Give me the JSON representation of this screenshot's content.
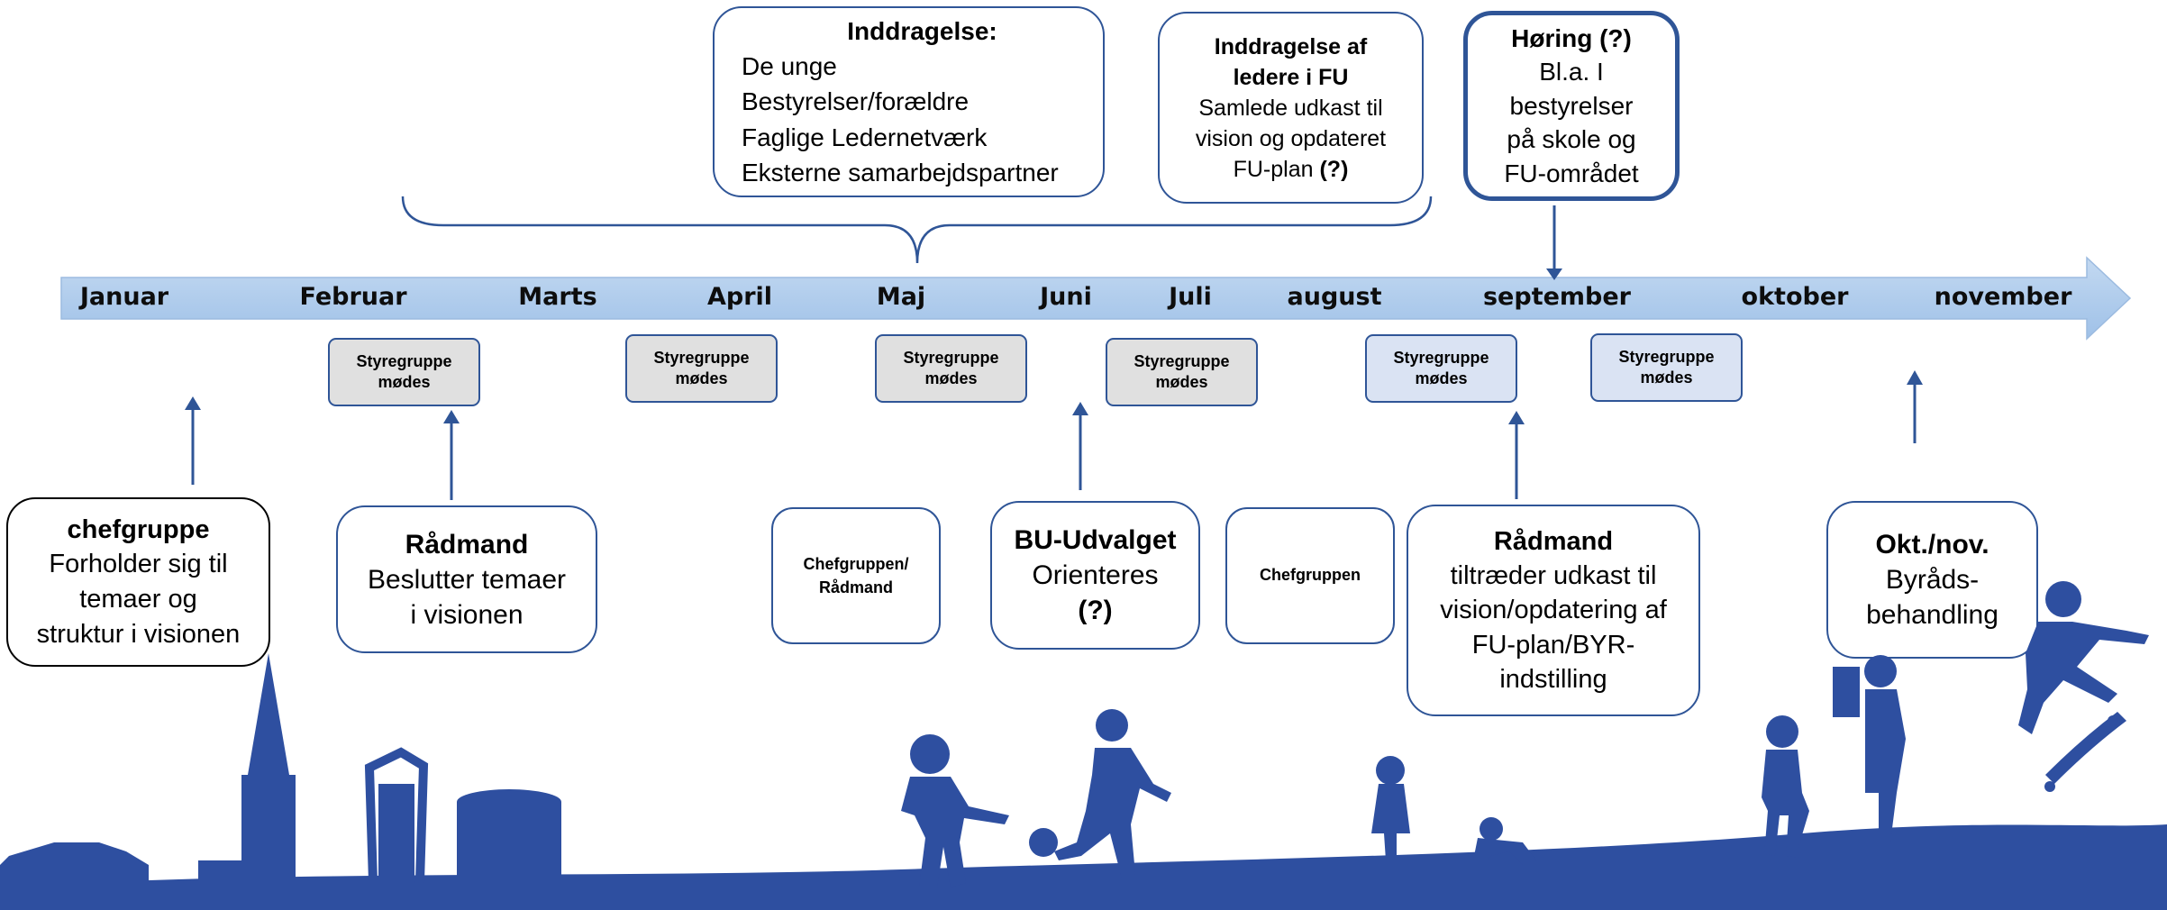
{
  "colors": {
    "accent": "#2f5597",
    "timeline": "#a9c8ea",
    "silhouette": "#2e4fa0",
    "grey_box": "#e0e0e0",
    "blue_box": "#dae3f3"
  },
  "timeline": {
    "months": [
      "Januar",
      "Februar",
      "Marts",
      "April",
      "Maj",
      "Juni",
      "Juli",
      "august",
      "september",
      "oktober",
      "november"
    ]
  },
  "top_boxes": {
    "inddragelse": {
      "title": "Inddragelse:",
      "lines": [
        "De unge",
        "Bestyrelser/forældre",
        "Faglige Ledernetværk",
        "Eksterne samarbejdspartner"
      ]
    },
    "ledere": {
      "title_line1": "Inddragelse af",
      "title_line2": "ledere i FU",
      "lines": [
        "Samlede udkast til",
        "vision og opdateret"
      ],
      "last_text": "FU-plan ",
      "last_bold": "(?)"
    },
    "horing": {
      "title": "Høring (?)",
      "lines": [
        "Bl.a. I",
        "bestyrelser",
        "på skole og",
        "FU-området"
      ]
    }
  },
  "styregruppe": {
    "line1": "Styregruppe",
    "line2": "mødes"
  },
  "bottom_boxes": {
    "chefgruppe": {
      "title": "chefgruppe",
      "lines": [
        "Forholder sig til",
        "temaer og",
        "struktur i visionen"
      ]
    },
    "raadmand1": {
      "title": "Rådmand",
      "lines": [
        "Beslutter temaer",
        "i visionen"
      ]
    },
    "chefgruppen_raadmand": {
      "lines": [
        "Chefgruppen/",
        "Rådmand"
      ]
    },
    "bu_udvalget": {
      "title": "BU-Udvalget",
      "line": "Orienteres",
      "bold_line": "(?)"
    },
    "chefgruppen": {
      "text": "Chefgruppen"
    },
    "raadmand2": {
      "title": "Rådmand",
      "lines": [
        "tiltræder udkast til",
        "vision/opdatering af",
        "FU-plan/BYR-",
        "indstilling"
      ]
    },
    "okt_nov": {
      "title": "Okt./nov.",
      "lines": [
        "Byråds-",
        "behandling"
      ]
    }
  },
  "icons": [
    "arrow-up-icon",
    "arrow-down-icon",
    "curly-brace-icon",
    "timeline-arrow-icon",
    "city-skyline-silhouette",
    "children-playing-silhouette"
  ]
}
